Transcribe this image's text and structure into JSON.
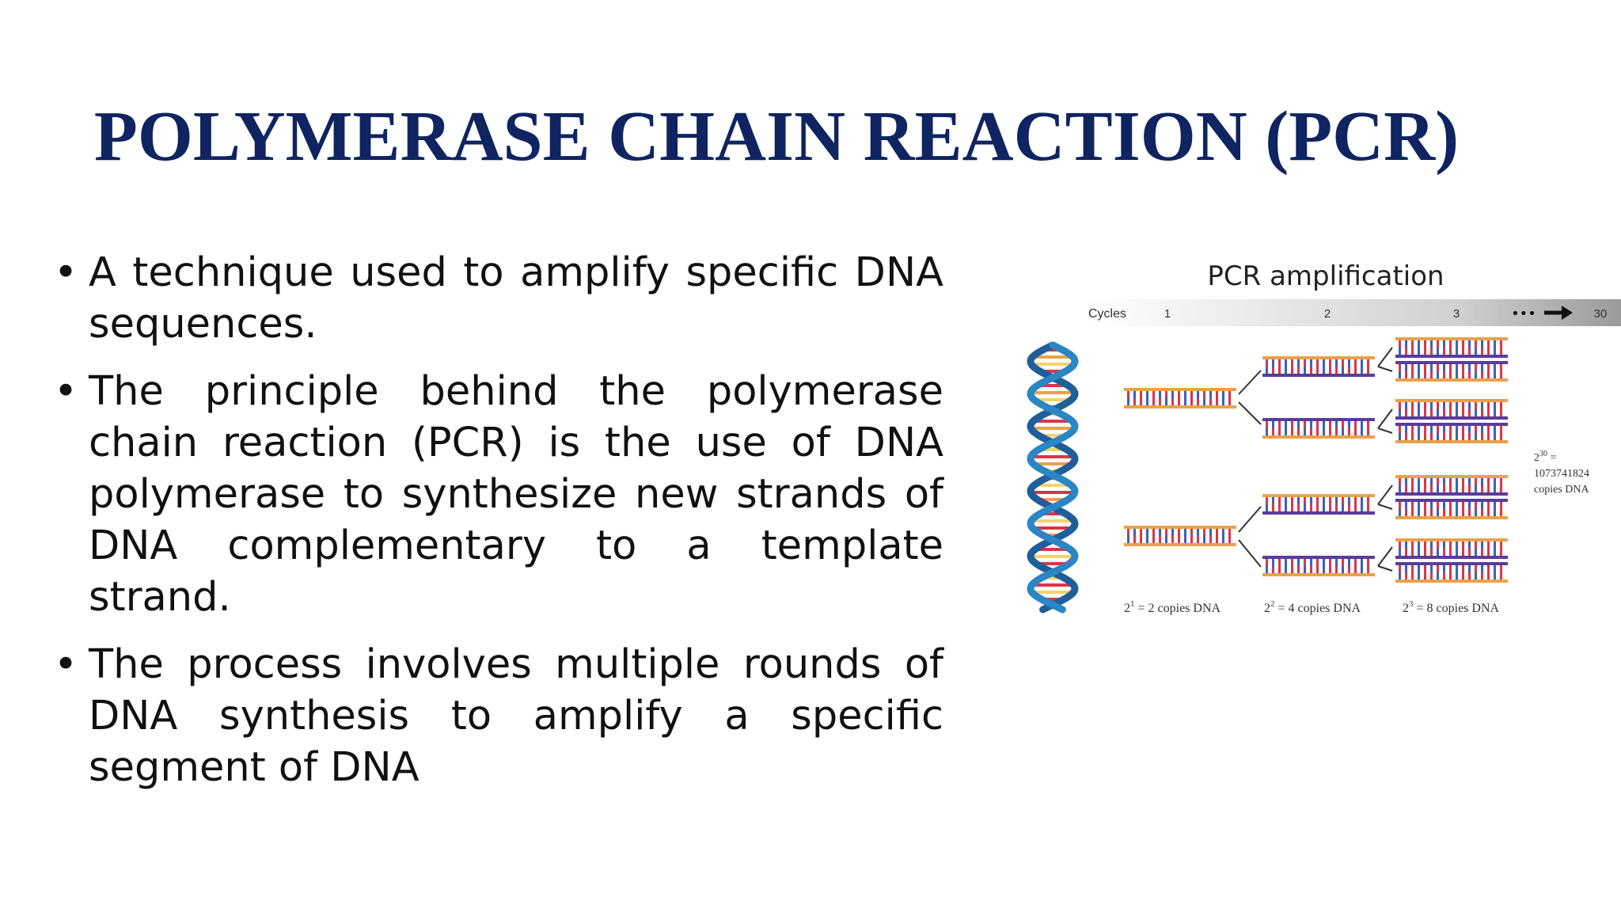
{
  "slide": {
    "title": "POLYMERASE CHAIN REACTION (PCR)",
    "bullets": [
      "A technique used to amplify specific DNA sequences.",
      "The principle behind the polymerase chain reaction (PCR) is the use of DNA polymerase to synthesize new strands of DNA complementary to a template strand.",
      "The process involves multiple rounds of DNA synthesis to amplify a specific segment of DNA"
    ],
    "bullet_symbol": "•"
  },
  "figure": {
    "title": "PCR amplification",
    "cycles_label": "Cycles",
    "cycle_1": "1",
    "cycle_2": "2",
    "cycle_3": "3",
    "cycle_dots": "•••",
    "cycle_30": "30",
    "label_copies_1_base": "2",
    "label_copies_1_exp": "1",
    "label_copies_1_text": " = 2 copies DNA",
    "label_copies_2_base": "2",
    "label_copies_2_exp": "2",
    "label_copies_2_text": " = 4 copies DNA",
    "label_copies_3_base": "2",
    "label_copies_3_exp": "3",
    "label_copies_3_text": " = 8 copies DNA",
    "label_30_base": "2",
    "label_30_exp": "30",
    "label_30_eq": " =",
    "label_30_number": "1073741824",
    "label_30_text": "copies DNA",
    "colors": {
      "helix_blue": "#2a86c4",
      "strand_orange": "#e8a24a",
      "strand_purple": "#5b3c9a",
      "rung_red": "#d9364a",
      "rung_blue": "#3b5fc4",
      "header_bar": "#d9d9d9"
    }
  }
}
